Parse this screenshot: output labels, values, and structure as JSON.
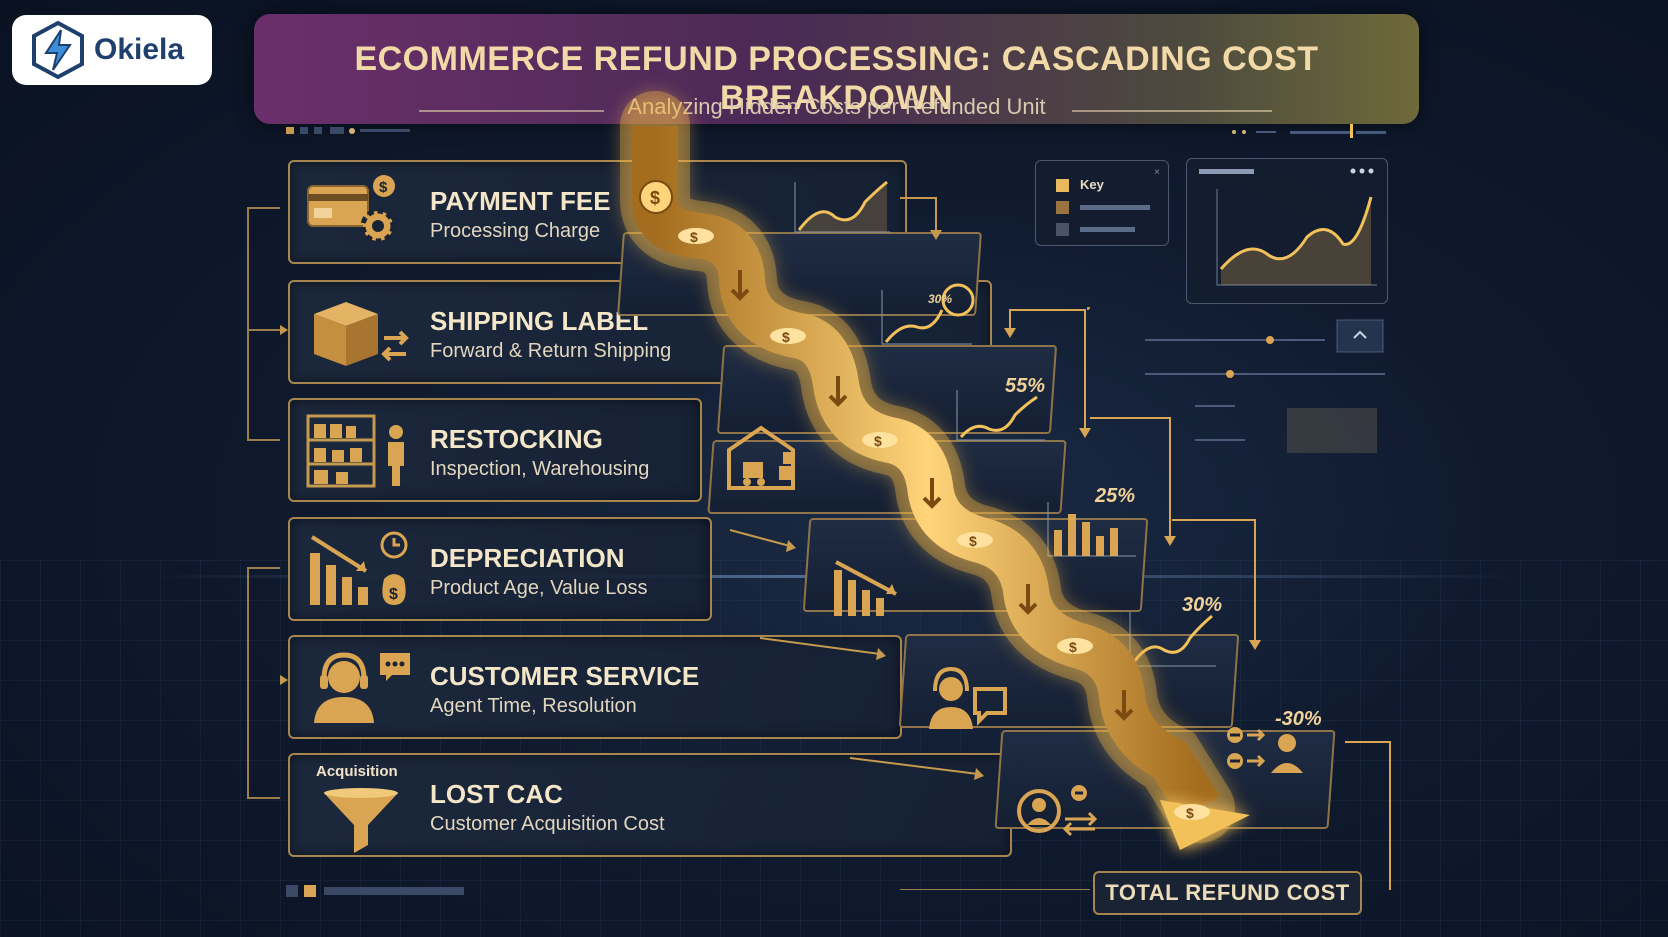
{
  "brand": {
    "name": "Okiela"
  },
  "header": {
    "title": "ECOMMERCE REFUND PROCESSING: CASCADING COST BREAKDOWN",
    "subtitle": "Analyzing Hidden Costs per Refunded Unit"
  },
  "rows": [
    {
      "title": "PAYMENT FEE",
      "subtitle": "Processing Charge",
      "icon": "credit-card-coin-gear-icon"
    },
    {
      "title": "SHIPPING LABEL",
      "subtitle": "Forward & Return Shipping",
      "icon": "box-arrows-icon"
    },
    {
      "title": "RESTOCKING",
      "subtitle": "Inspection, Warehousing",
      "icon": "shelves-worker-icon"
    },
    {
      "title": "DEPRECIATION",
      "subtitle": "Product Age, Value Loss",
      "icon": "declining-bars-clock-icon"
    },
    {
      "title": "CUSTOMER SERVICE",
      "subtitle": "Agent Time, Resolution",
      "icon": "headset-agent-icon"
    },
    {
      "title": "LOST CAC",
      "subtitle": "Customer Acquisition Cost",
      "icon": "funnel-icon"
    }
  ],
  "acquisition_label": "Acquisition",
  "step_percentages": [
    "30%",
    "55%",
    "25%",
    "30%",
    "-30%"
  ],
  "key": {
    "label": "Key"
  },
  "total": {
    "label": "TOTAL REFUND COST"
  },
  "colors": {
    "gold": "#f2c15a",
    "frame": "#a8854c",
    "background": "#0f1a2e"
  }
}
